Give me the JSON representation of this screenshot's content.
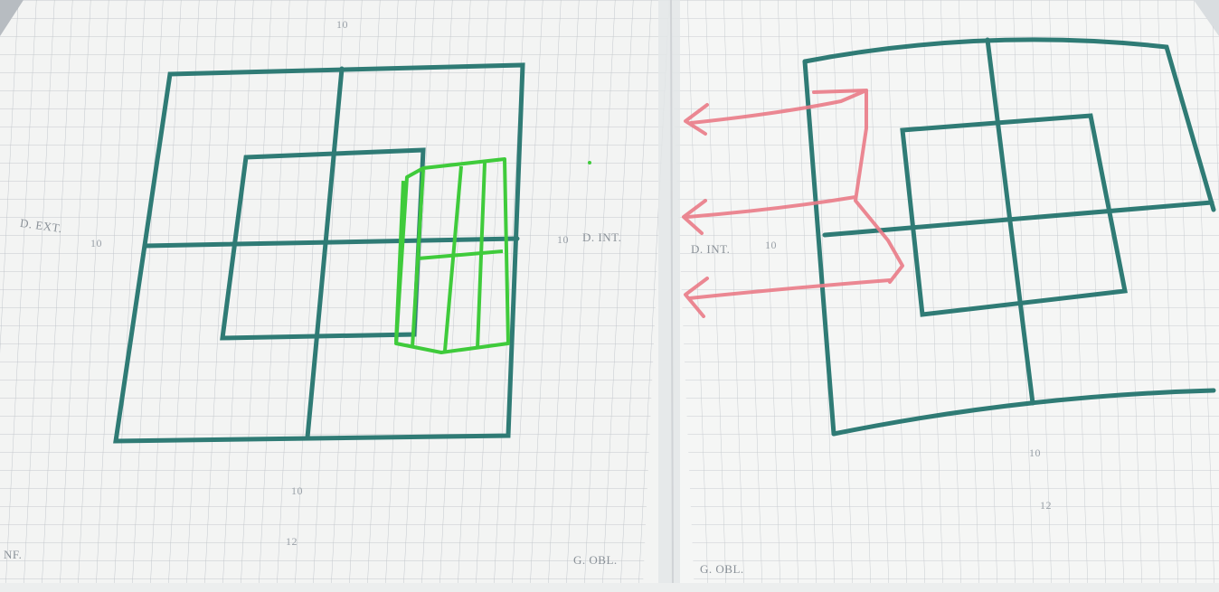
{
  "left_page": {
    "label_top_number": "10",
    "label_left": "D. EXT.",
    "label_left_number": "10",
    "label_right_number": "10",
    "label_right": "D. INT.",
    "label_bottom_1": "10",
    "label_bottom_2": "12",
    "label_corner_left": "NF.",
    "label_bottom_right": "G. OBL."
  },
  "right_page": {
    "label_left": "D. INT.",
    "label_left_number": "10",
    "label_bottom_1": "10",
    "label_bottom_2": "12",
    "label_bottom_left": "G. OBL."
  },
  "colors": {
    "paper": "#f4f5f4",
    "grid": "#c9ccd1",
    "frame_lines": "#2e7a74",
    "green_marker": "#3fc83a",
    "red_marker": "#e97a86"
  }
}
